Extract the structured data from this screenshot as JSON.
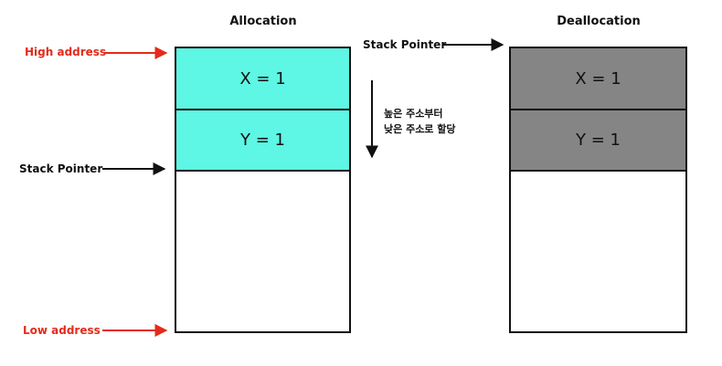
{
  "allocation": {
    "title": "Allocation",
    "high_address_label": "High address",
    "low_address_label": "Low address",
    "stack_pointer_label": "Stack Pointer",
    "cells": [
      "X = 1",
      "Y = 1"
    ]
  },
  "direction_note": {
    "line1": "높은 주소부터",
    "line2": "낮은 주소로 할당"
  },
  "deallocation": {
    "title": "Deallocation",
    "stack_pointer_label": "Stack Pointer",
    "cells": [
      "X = 1",
      "Y = 1"
    ]
  },
  "colors": {
    "allocated": "#5ef6e4",
    "deallocated": "#858585",
    "address_arrow": "#e32b1b",
    "pointer_arrow": "#111111"
  }
}
